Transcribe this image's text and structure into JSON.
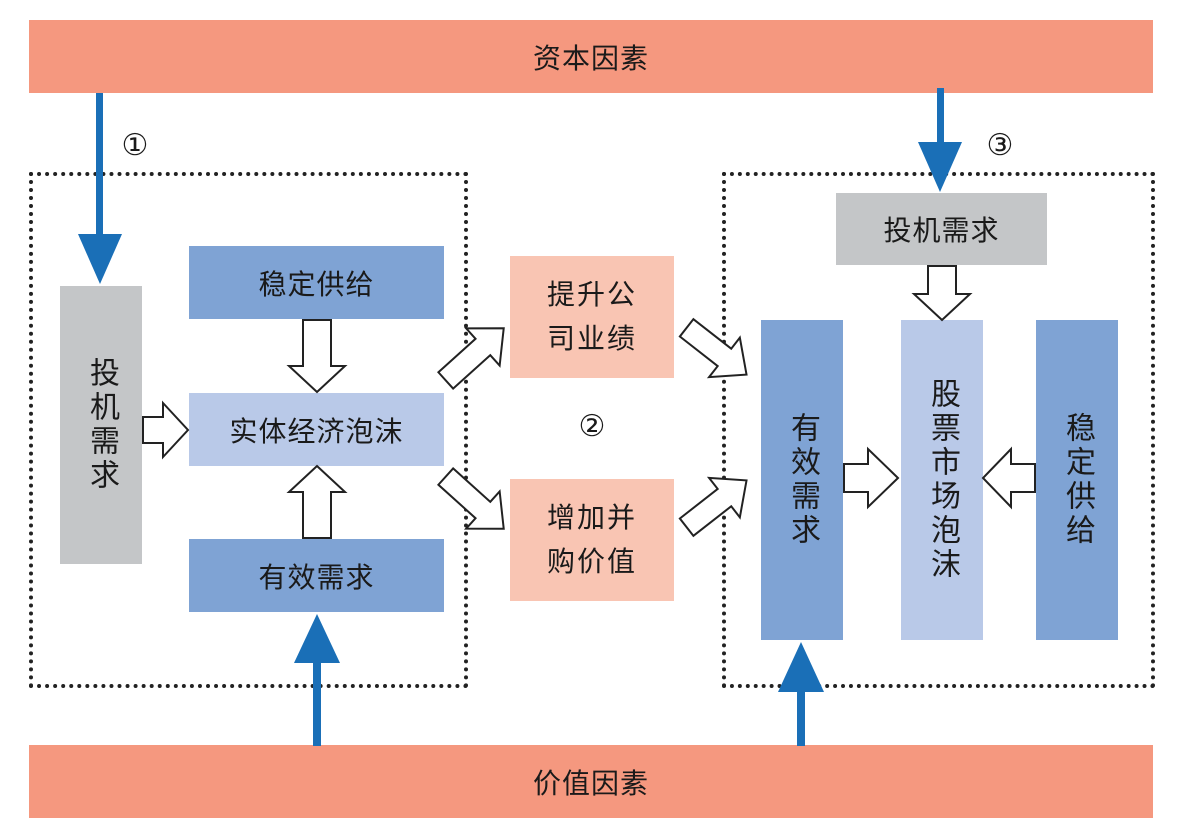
{
  "capital_factor": "资本因素",
  "value_factor": "价值因素",
  "markers": {
    "m1": "①",
    "m2": "②",
    "m3": "③"
  },
  "left_group": {
    "speculative_demand": "投机需求",
    "stable_supply": "稳定供给",
    "real_economy_bubble": "实体经济泡沫",
    "effective_demand": "有效需求"
  },
  "middle": {
    "improve_performance_line1": "提升公",
    "improve_performance_line2": "司业绩",
    "increase_ma_line1": "增加并",
    "increase_ma_line2": "购价值"
  },
  "right_group": {
    "speculative_demand": "投机需求",
    "effective_demand": "有效需求",
    "stock_market_bubble": "股票市场泡沫",
    "stable_supply": "稳定供给"
  },
  "colors": {
    "factor_bar": "#f5987f",
    "gray_box": "#c4c6c8",
    "blue_box": "#7fa3d4",
    "light_blue_box": "#b9c9e8",
    "pink_box": "#f9c5b3",
    "arrow_blue": "#1a6fb7"
  }
}
